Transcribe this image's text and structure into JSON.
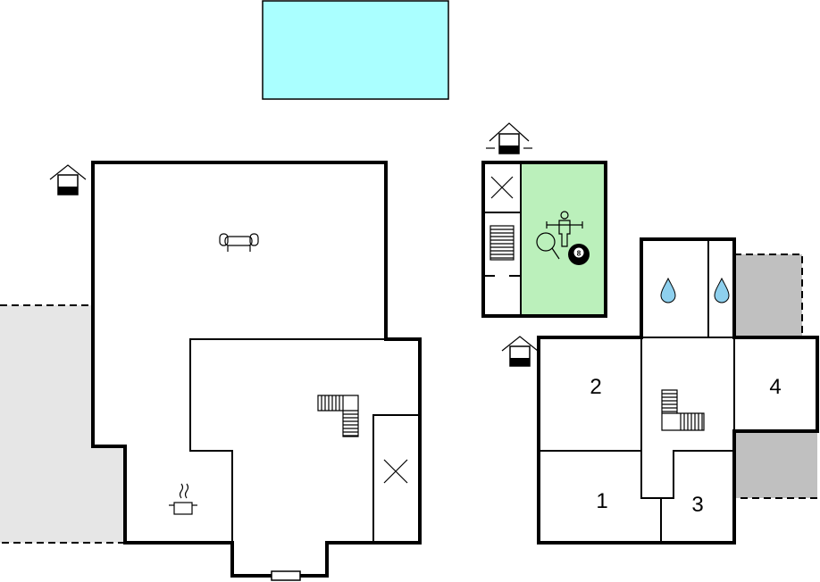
{
  "colors": {
    "pool": "#aaffff",
    "activity_room": "#bbf0bb",
    "terrace_light": "#e6e6e6",
    "terrace_dark": "#c0c0c0",
    "water_drop": "#8ed0ee"
  },
  "rooms": {
    "bedroom_1": "1",
    "bedroom_2": "2",
    "bedroom_3": "3",
    "bedroom_4": "4"
  },
  "icons": {
    "main_house_entrance": "house-entrance-icon",
    "annex_entrance": "house-entrance-icon",
    "activity_entrance": "house-entrance-icon",
    "sofa": "sofa-icon",
    "cooking_pot": "cooking-pot-icon",
    "stairs": "stairs-icon",
    "storage": "storage-cross-icon",
    "bathroom": "water-drop-icon",
    "table_football": "table-football-icon",
    "table_tennis": "table-tennis-icon",
    "billiards": "billiard-ball-icon"
  },
  "billiard_ball_label": "8"
}
